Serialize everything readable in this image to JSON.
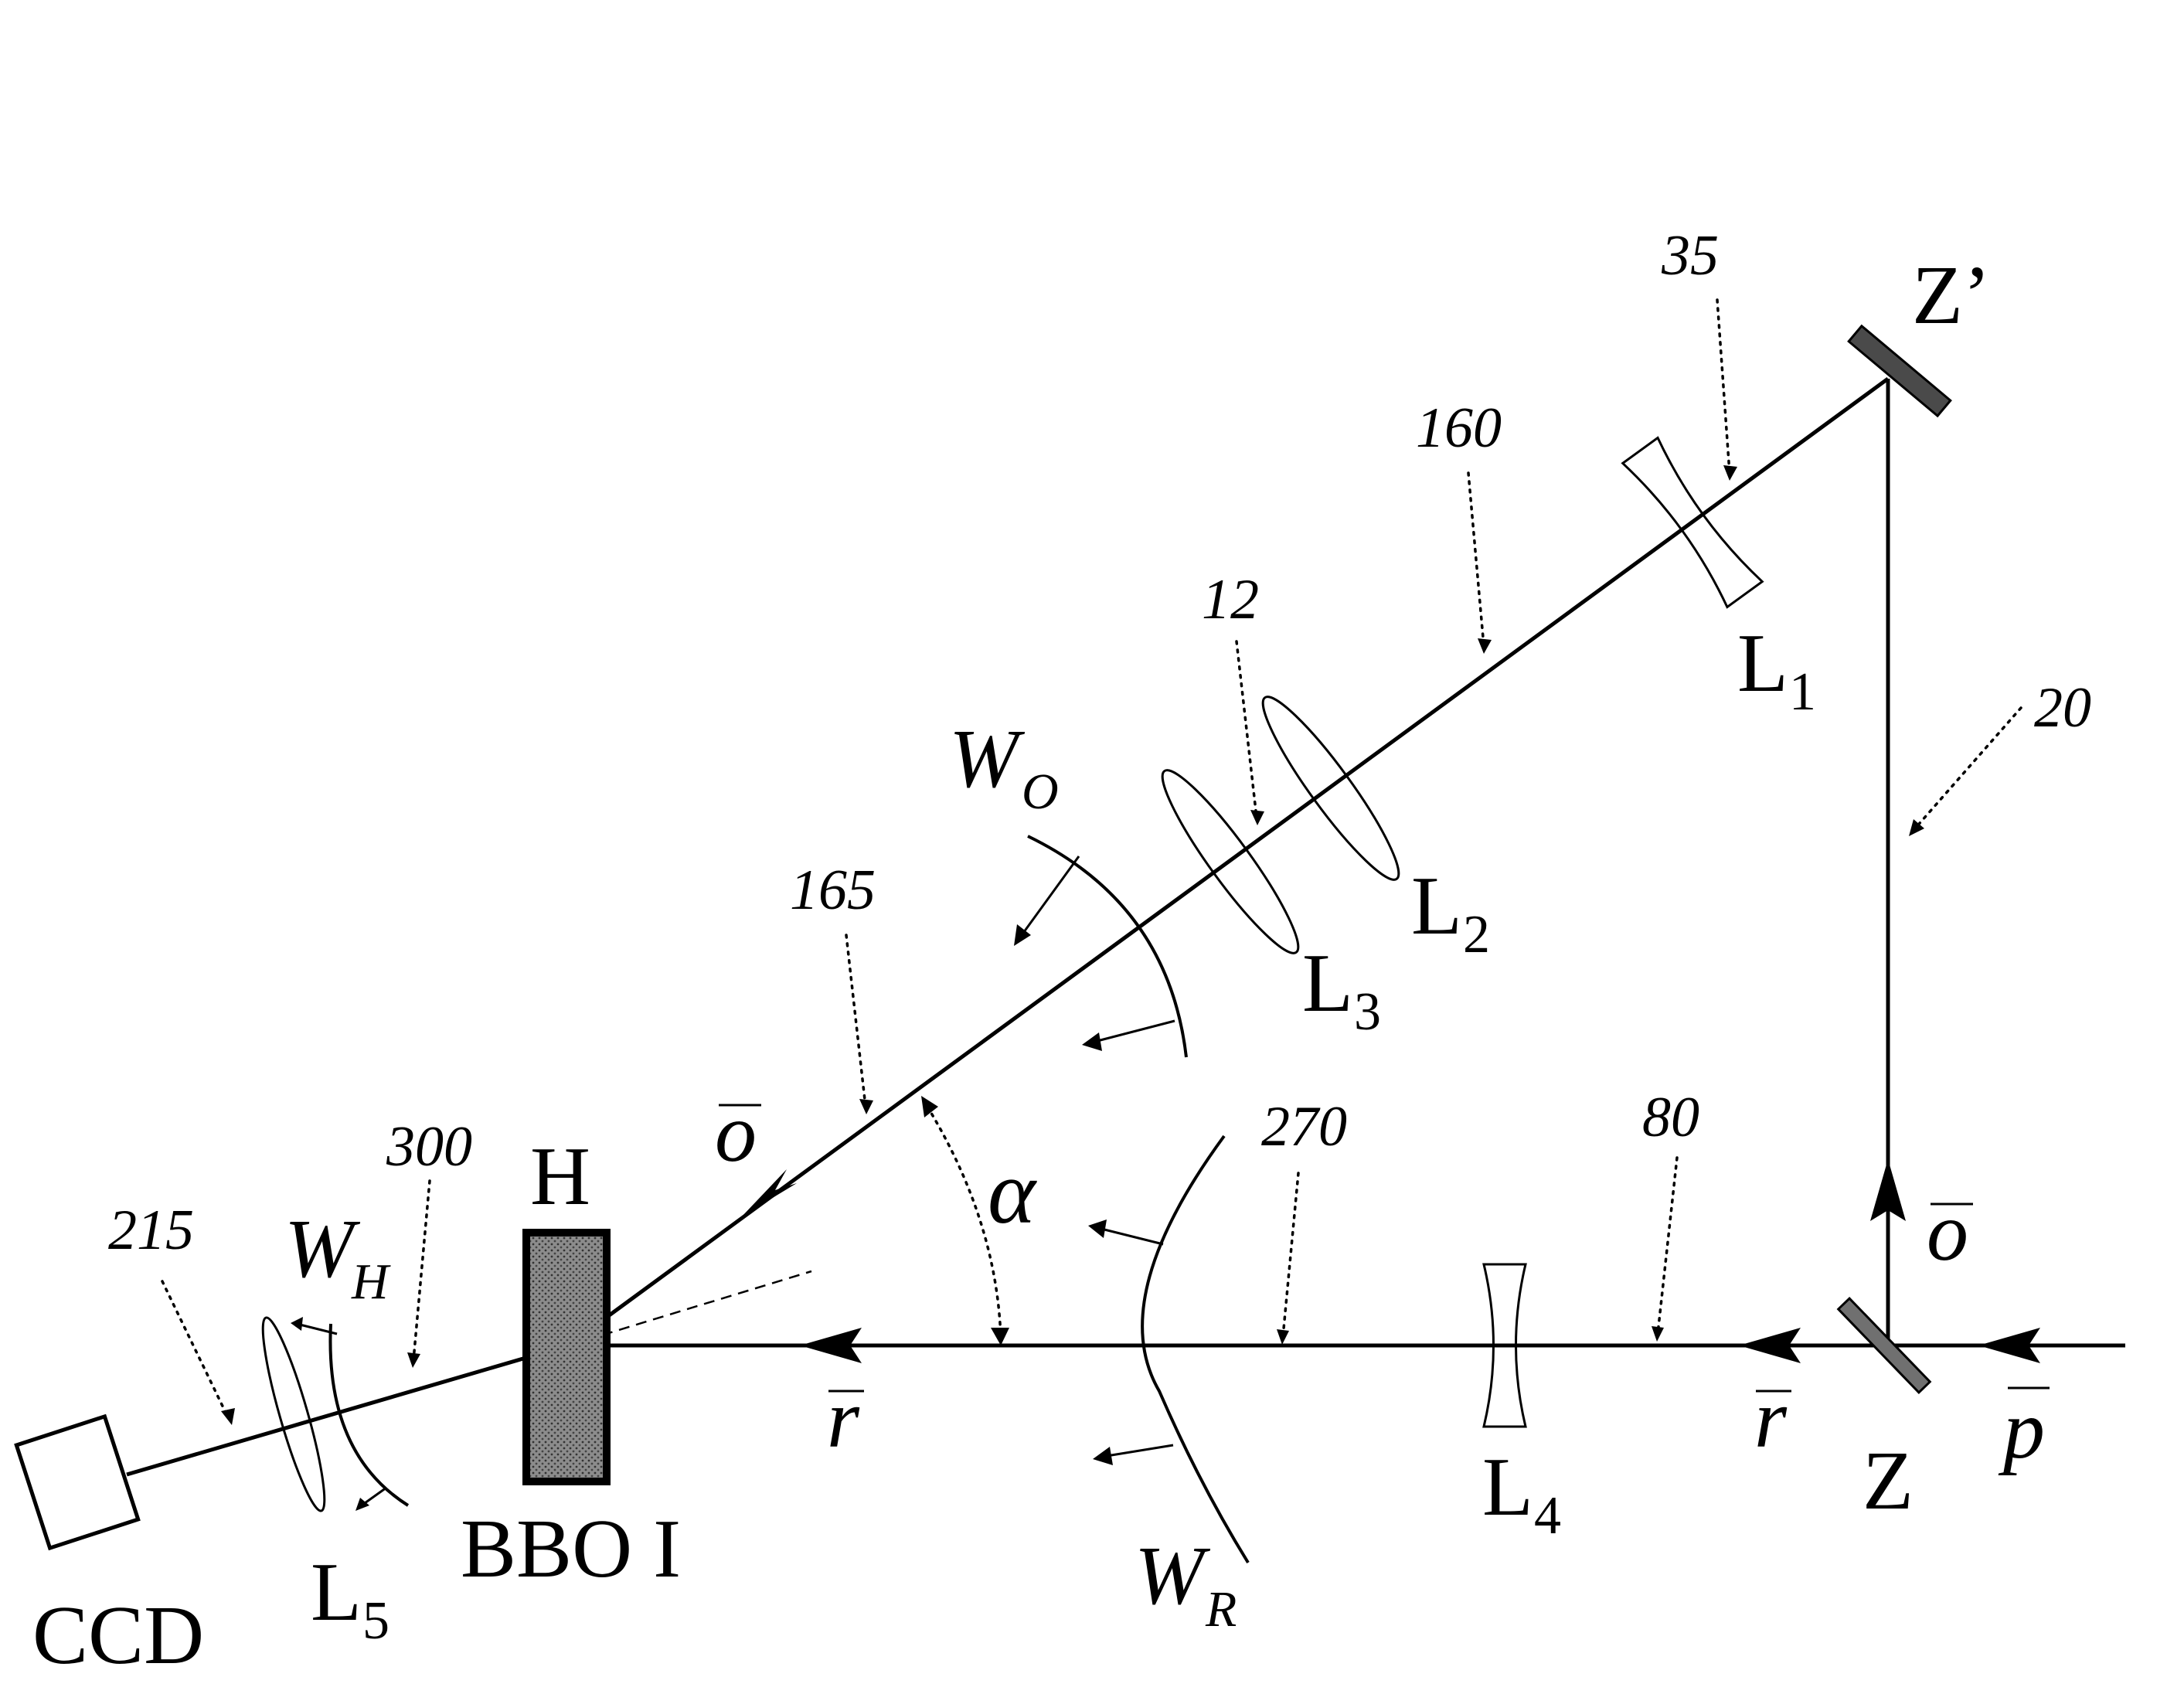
{
  "labels": {
    "ccd": "CCD",
    "bbo": "BBO I",
    "h": "H",
    "z": "Z",
    "z_prime": "Z’",
    "l": "L",
    "l1_sub": "1",
    "l2_sub": "2",
    "l3_sub": "3",
    "l4_sub": "4",
    "l5_sub": "5",
    "w": "W",
    "wo_sub": "O",
    "wr_sub": "R",
    "wh_sub": "H",
    "alpha": "α",
    "o_vec": "o",
    "r_vec": "r",
    "p_vec": "p"
  },
  "refs": {
    "r35": "35",
    "r160": "160",
    "r12": "12",
    "r20": "20",
    "r165": "165",
    "r300": "300",
    "r215": "215",
    "r270": "270",
    "r80": "80"
  },
  "colors": {
    "line": "#000000",
    "crystal_fill": "#7a7a7a",
    "mirror_fill": "#555555"
  }
}
